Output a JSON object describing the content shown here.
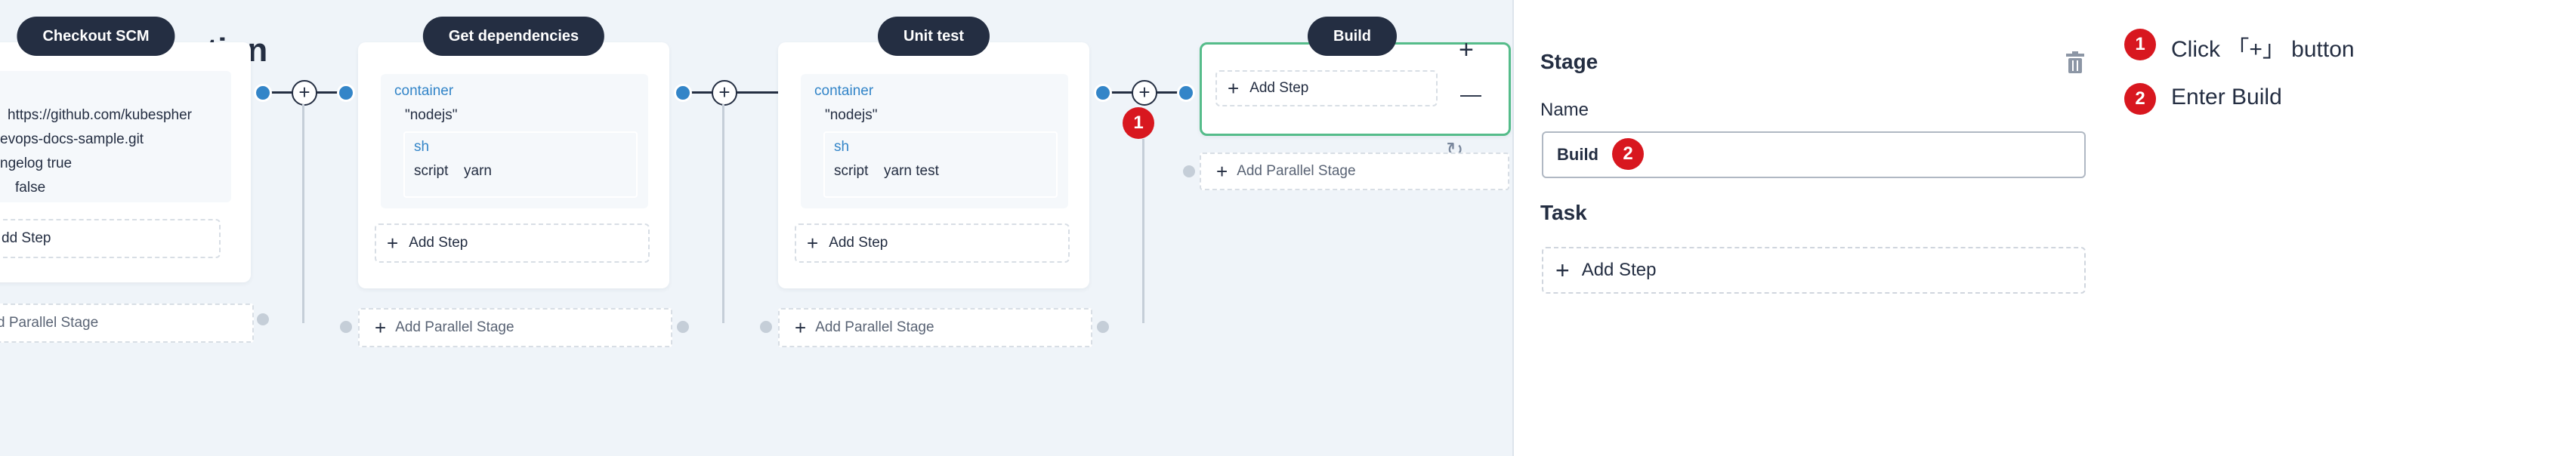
{
  "canvas": {
    "background_title": "ration",
    "stages": [
      {
        "name": "Checkout SCM",
        "lines": [
          "https://github.com/kubespher",
          "evops-docs-sample.git",
          "ngelog   true",
          "false"
        ],
        "add_step": "dd Step",
        "add_parallel": "d Parallel Stage"
      },
      {
        "name": "Get dependencies",
        "container_kw": "container",
        "container_val": "\"nodejs\"",
        "sh_kw": "sh",
        "script_label": "script",
        "script_val": "yarn",
        "add_step": "Add Step",
        "add_parallel": "Add Parallel Stage"
      },
      {
        "name": "Unit test",
        "container_kw": "container",
        "container_val": "\"nodejs\"",
        "sh_kw": "sh",
        "script_label": "script",
        "script_val": "yarn test",
        "add_step": "Add Step",
        "add_parallel": "Add Parallel Stage"
      },
      {
        "name": "Build",
        "add_step": "Add Step",
        "add_parallel": "Add Parallel Stage"
      }
    ],
    "add_stage_symbol": "+",
    "card_plus": "+",
    "card_minus": "—",
    "reset_symbol": "↻",
    "badge_1": "1"
  },
  "panel": {
    "title": "Stage",
    "name_label": "Name",
    "name_value": "Build",
    "badge_2": "2",
    "task_title": "Task",
    "add_step": "Add Step"
  },
  "instructions": [
    {
      "num": "1",
      "text": "Click 「+」 button"
    },
    {
      "num": "2",
      "text": "Enter Build"
    }
  ],
  "colors": {
    "accent_blue": "#3385c8",
    "selected_green": "#55bc8a",
    "badge_red": "#d8171f",
    "dark": "#242e42"
  }
}
